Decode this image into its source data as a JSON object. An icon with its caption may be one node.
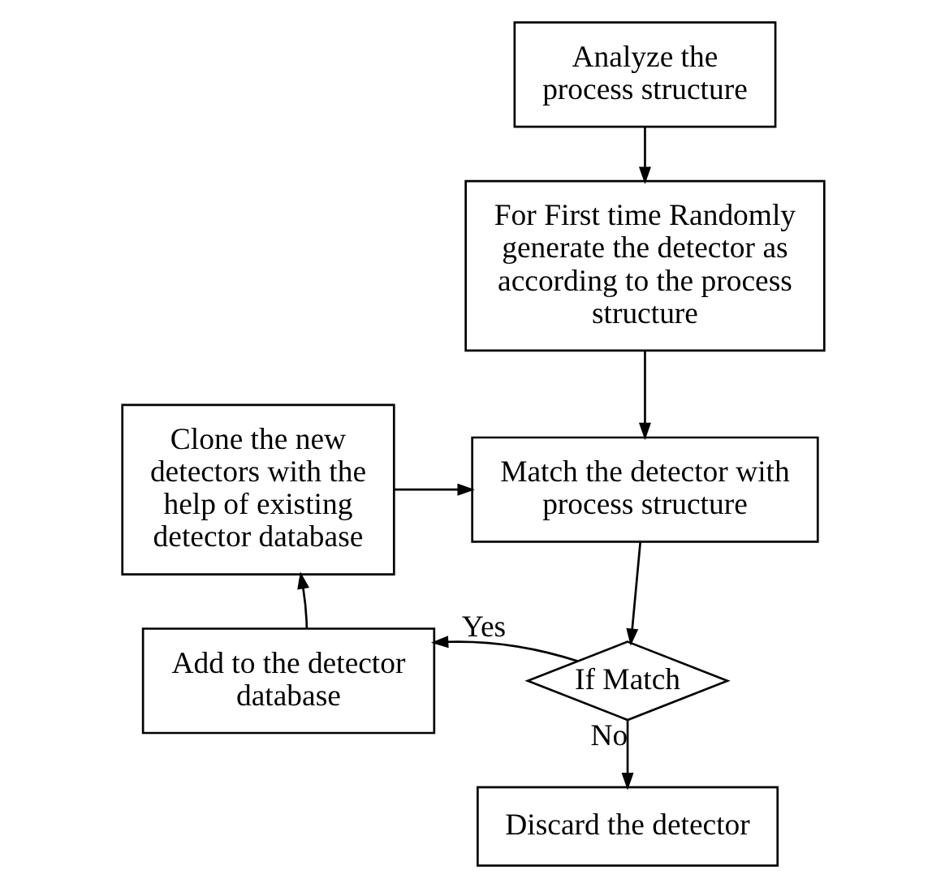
{
  "diagram": {
    "nodes": [
      {
        "text": [
          "Analyze the process structure"
        ]
      },
      {
        "text": [
          "For First time Randomly generate the detector as according to the process structure"
        ]
      },
      {
        "text": [
          "Clone the new detectors with the help of existing detector database"
        ]
      },
      {
        "text": [
          "Match the detector with process structure"
        ]
      },
      {
        "text": [
          "If Match"
        ]
      },
      {
        "text": [
          "Add to the detector database"
        ]
      },
      {
        "text": [
          "Discard the detector"
        ]
      }
    ],
    "edges": [
      {
        "from": 0,
        "to": 1,
        "arrow": "to"
      },
      {
        "from": 1,
        "to": 3,
        "arrow": "to"
      },
      {
        "from": 2,
        "to": 3,
        "arrow": "to"
      },
      {
        "from": 3,
        "to": 4,
        "arrow": "to"
      },
      {
        "from": 4,
        "to": 5,
        "arrow": "to",
        "label": "Yes"
      },
      {
        "from": 5,
        "to": 2,
        "arrow": "to"
      },
      {
        "from": 4,
        "to": 6,
        "arrow": "to",
        "label": "No"
      }
    ]
  }
}
